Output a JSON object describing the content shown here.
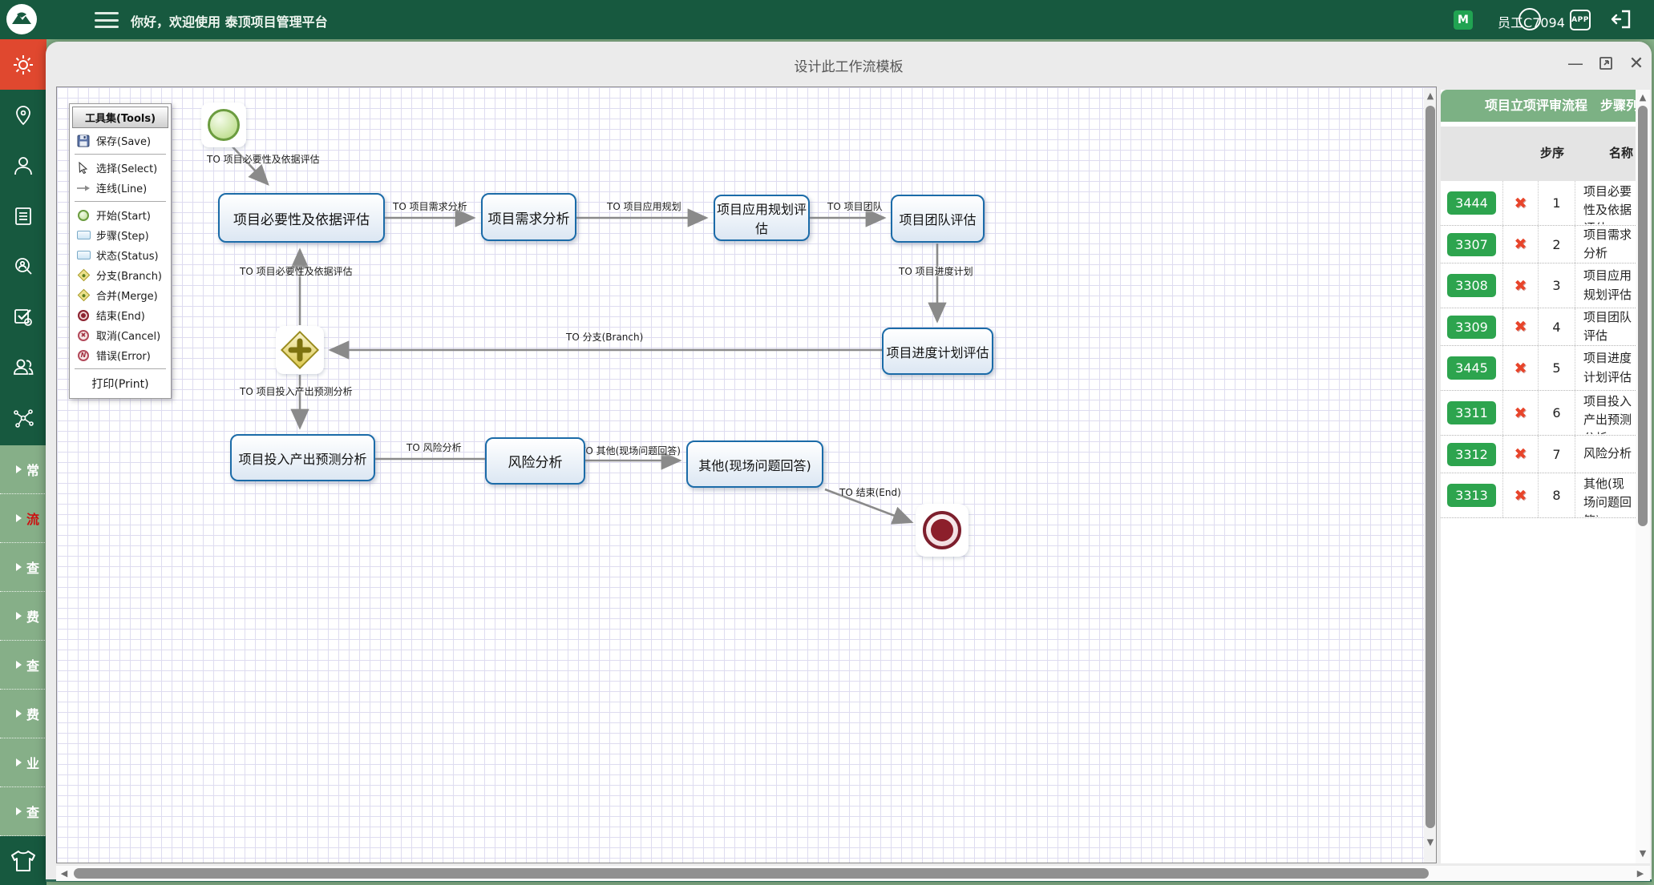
{
  "top_bar": {
    "greeting": "你好，欢迎使用 泰顶项目管理平台",
    "user_badge": "M",
    "username": "员工C7094",
    "app_label": "APP",
    "icons": [
      "logo-mountain",
      "hamburger-menu",
      "avatar-circle",
      "app-icon",
      "logout-icon"
    ]
  },
  "sidebar": {
    "icons": [
      "gear",
      "location-pin",
      "user",
      "document-list",
      "user-search",
      "task-check",
      "user-group",
      "network"
    ],
    "active_icon": "gear",
    "menu_items": [
      {
        "label": "常",
        "active": false
      },
      {
        "label": "流",
        "active": true
      },
      {
        "label": "查",
        "active": false
      },
      {
        "label": "费",
        "active": false
      },
      {
        "label": "查",
        "active": false
      },
      {
        "label": "费",
        "active": false
      },
      {
        "label": "业",
        "active": false
      },
      {
        "label": "查",
        "active": false
      }
    ],
    "bottom_icon": "t-shirt"
  },
  "modal": {
    "title": "设计此工作流模板",
    "minimize": "—",
    "close": "✕"
  },
  "palette": {
    "header": "工具集(Tools)",
    "items": [
      {
        "label": "保存(Save)",
        "icon": "save-icon"
      },
      {
        "label": "选择(Select)",
        "icon": "cursor-icon"
      },
      {
        "label": "连线(Line)",
        "icon": "line-arrow-icon"
      },
      {
        "label": "开始(Start)",
        "icon": "start-circle-icon"
      },
      {
        "label": "步骤(Step)",
        "icon": "step-rect-icon"
      },
      {
        "label": "状态(Status)",
        "icon": "status-rect-icon"
      },
      {
        "label": "分支(Branch)",
        "icon": "branch-diamond-icon"
      },
      {
        "label": "合并(Merge)",
        "icon": "merge-diamond-icon"
      },
      {
        "label": "结束(End)",
        "icon": "end-circle-icon"
      },
      {
        "label": "取消(Cancel)",
        "icon": "cancel-circle-icon"
      },
      {
        "label": "错误(Error)",
        "icon": "error-circle-icon"
      }
    ],
    "print_label": "打印(Print)"
  },
  "flow": {
    "nodes": [
      {
        "type": "start"
      },
      {
        "type": "step",
        "label": "项目必要性及依据评估"
      },
      {
        "type": "step",
        "label": "项目需求分析"
      },
      {
        "type": "step",
        "label": "项目应用规划评估"
      },
      {
        "type": "step",
        "label": "项目团队评估"
      },
      {
        "type": "step",
        "label": "项目进度计划评估"
      },
      {
        "type": "branch"
      },
      {
        "type": "step",
        "label": "项目投入产出预测分析"
      },
      {
        "type": "step",
        "label": "风险分析"
      },
      {
        "type": "step",
        "label": "其他(现场问题回答)"
      },
      {
        "type": "end"
      }
    ],
    "edges": [
      {
        "label": "TO 项目必要性及依据评估"
      },
      {
        "label": "TO 项目需求分析"
      },
      {
        "label": "TO 项目应用规划"
      },
      {
        "label": "TO 项目团队"
      },
      {
        "label": "TO 项目进度计划"
      },
      {
        "label": "TO 分支(Branch)"
      },
      {
        "label": "TO 项目必要性及依据评估"
      },
      {
        "label": "TO 项目投入产出预测分析"
      },
      {
        "label": "TO 风险分析"
      },
      {
        "label": "TO 其他(现场问题回答)"
      },
      {
        "label": "TO 结束(End)"
      }
    ]
  },
  "panel": {
    "title": "项目立项评审流程　步骤列表",
    "columns": {
      "seq": "步序",
      "name": "名称"
    },
    "rows": [
      {
        "id": "3444",
        "seq": "1",
        "name": "项目必要性及依据评估"
      },
      {
        "id": "3307",
        "seq": "2",
        "name": "项目需求分析"
      },
      {
        "id": "3308",
        "seq": "3",
        "name": "项目应用规划评估"
      },
      {
        "id": "3309",
        "seq": "4",
        "name": "项目团队评估"
      },
      {
        "id": "3445",
        "seq": "5",
        "name": "项目进度计划评估"
      },
      {
        "id": "3311",
        "seq": "6",
        "name": "项目投入产出预测分析"
      },
      {
        "id": "3312",
        "seq": "7",
        "name": "风险分析"
      },
      {
        "id": "3313",
        "seq": "8",
        "name": "其他(现场问题回答)"
      }
    ]
  },
  "colors": {
    "topbar_green": "#17593f",
    "menu_green": "#86af88",
    "panel_header_green": "#7cb184",
    "badge_green": "#2da44e",
    "active_red": "#e0482f",
    "delete_red": "#e8442a",
    "node_border_blue": "#1b6ba8"
  }
}
